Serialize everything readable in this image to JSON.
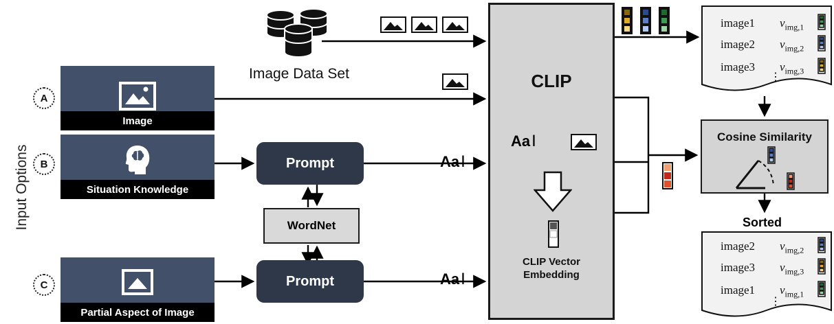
{
  "side_label": "Input Options",
  "options": [
    {
      "letter": "A",
      "label": "Image"
    },
    {
      "letter": "B",
      "label": "Situation Knowledge"
    },
    {
      "letter": "C",
      "label": "Partial Aspect of Image"
    }
  ],
  "prompt_label": "Prompt",
  "wordnet_label": "WordNet",
  "dataset_label": "Image Data Set",
  "text_token": "Aa",
  "clip": {
    "title": "CLIP",
    "subtitle_line1": "CLIP Vector",
    "subtitle_line2": "Embedding"
  },
  "cosine_label": "Cosine Similarity",
  "sorted_label": "Sorted",
  "results_top": [
    {
      "name": "image1",
      "vec_base": "v",
      "vec_sub": "img,1",
      "color": "#3e9a4d"
    },
    {
      "name": "image2",
      "vec_base": "v",
      "vec_sub": "img,2",
      "color": "#5a7fc8"
    },
    {
      "name": "image3",
      "vec_base": "v",
      "vec_sub": "img,3",
      "color": "#e0a92a"
    }
  ],
  "results_sorted": [
    {
      "name": "image2",
      "vec_base": "v",
      "vec_sub": "img,2",
      "color": "#5a7fc8"
    },
    {
      "name": "image3",
      "vec_base": "v",
      "vec_sub": "img,3",
      "color": "#e0a92a"
    },
    {
      "name": "image1",
      "vec_base": "v",
      "vec_sub": "img,1",
      "color": "#3e9a4d"
    }
  ],
  "colors": {
    "input_box": "#435069",
    "prompt_box": "#2e3848",
    "clip_box": "#d4d4d4",
    "vec_yellow": "#e0a92a",
    "vec_blue": "#5a7fc8",
    "vec_green": "#3e9a4d",
    "vec_red": "#e0502a",
    "vec_gray": "#555555"
  },
  "icons": [
    "image-icon",
    "brain-head-icon",
    "database-icon",
    "down-arrow-icon",
    "angle-icon",
    "text-cursor-icon"
  ]
}
